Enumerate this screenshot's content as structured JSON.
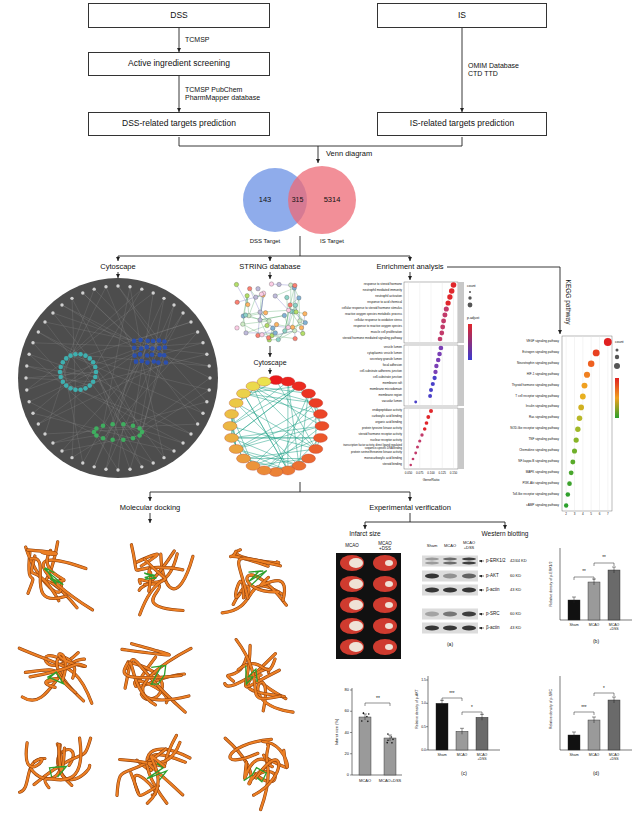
{
  "diagram": {
    "nodes": [
      {
        "text": [
          "DSS"
        ]
      },
      {
        "text": [
          "IS"
        ]
      },
      {
        "text": [
          "Active ingredient screening"
        ]
      },
      {
        "text": [
          "DSS-related targets prediction"
        ]
      },
      {
        "text": [
          "IS-related targets prediction"
        ]
      },
      {
        "text": [
          "143"
        ]
      },
      {
        "text": [
          "5314"
        ]
      }
    ],
    "edges": [
      {
        "from": 0,
        "to": 2,
        "arrow": "to",
        "label": "TCMSP"
      },
      {
        "from": 2,
        "to": 3,
        "arrow": "to",
        "label": "TCMSP PubChem PharmMapper database"
      },
      {
        "from": 1,
        "to": 4,
        "arrow": "to",
        "label": "OMIM Database CTD TTD"
      }
    ],
    "labels": [
      "Venn diagram",
      "315",
      "DSS Target",
      "IS Target",
      "Cytoscape",
      "STRING database",
      "Enrichment analysis",
      "KEGG pathway",
      "Cytoscape",
      "response to steroid hormone",
      "neutrophil mediated immunity",
      "neutrophil activation",
      "response to acid chemical",
      "cellular response to steroid hormone stimulus",
      "reactive oxygen species metabolic process",
      "cellular response to oxidative stress",
      "response to reactive oxygen species",
      "muscle cell proliferation",
      "steroid hormone mediated signaling pathway",
      "vesicle lumen",
      "cytoplasmic vesicle lumen",
      "secretory granule lumen",
      "focal adhesion",
      "cell-substrate adherens junction",
      "cell-substrate junction",
      "membrane raft",
      "membrane microdomain",
      "membrane region",
      "vacuolar lumen",
      "endopeptidase activity",
      "carboxylic acid binding",
      "organic acid binding",
      "protein tyrosine kinase activity",
      "steroid hormone receptor activity",
      "nuclear receptor activity",
      "transcription factor activity, direct ligand regulated sequence-specific DNA binding",
      "protein serine/threonine kinase activity",
      "monocarboxylic acid binding",
      "steroid binding",
      "0.050",
      "0.075",
      "0.100",
      "0.125",
      "0.150",
      "GeneRatio",
      "count",
      "p.adjust",
      "VEGF signaling pathway",
      "Estrogen signaling pathway",
      "Neurotrophin signaling pathway",
      "HIF-1 signaling pathway",
      "Thyroid hormone signaling pathway",
      "T cell receptor signaling pathway",
      "Insulin signaling pathway",
      "Ras signaling pathway",
      "NOD-like receptor signaling pathway",
      "TNF signaling pathway",
      "Chemokine signaling pathway",
      "NF-kappa B signaling pathway",
      "MAPK signaling pathway",
      "PI3K-Akt signaling pathway",
      "Toll-like receptor signaling pathway",
      "cAMP signaling pathway",
      "2",
      "3",
      "4",
      "5",
      "6",
      "7",
      "count",
      "Molecular docking",
      "Experimental verification",
      "Infarct size",
      "Western blotting",
      "MCAO",
      "MCAO +DSS",
      "Infarct size (%)",
      "0",
      "20",
      "40",
      "60",
      "80",
      "MCAO",
      "MCAO+DSS",
      "**",
      "Sham",
      "MCAO",
      "MCAO +DSS",
      "p-ERK1/2",
      "42/44 KD",
      "p-AKT",
      "60 KD",
      "β-actin",
      "43 KD",
      "p-SRC",
      "60 KD",
      "β-actin",
      "43 KD",
      "(a)",
      "Relative density of p-ERK1/2",
      "**",
      "**",
      "Sham",
      "MCAO",
      "MCAO +DSS",
      "(b)",
      "Relative density of p-AKT",
      "***",
      "*",
      "0.0",
      "0.5",
      "1.0",
      "1.5",
      "Sham",
      "MCAO",
      "MCAO +DSS",
      "(c)",
      "Relative density of p-SRC",
      "***",
      "*",
      "Sham",
      "MCAO",
      "MCAO +DSS",
      "(d)"
    ]
  }
}
